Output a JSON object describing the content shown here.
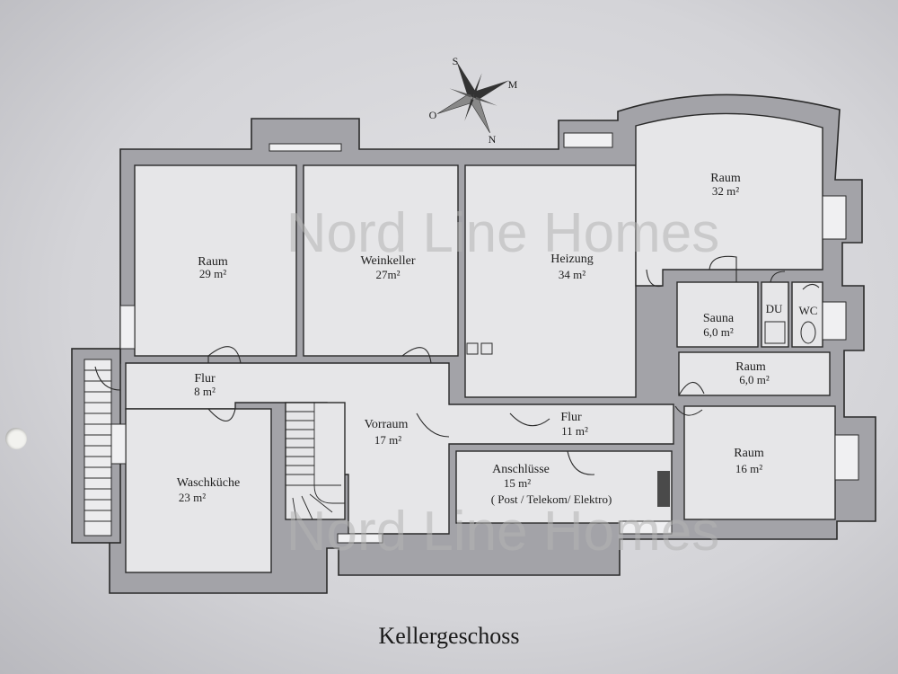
{
  "caption": "Kellergeschoss",
  "watermark": {
    "line1": "Nord Line Homes",
    "line2": "Nord Line Homes"
  },
  "compass": {
    "s": "S",
    "m": "M",
    "o": "O",
    "n": "N"
  },
  "rooms": [
    {
      "id": "raum-29",
      "name": "Raum",
      "area": "29 m²"
    },
    {
      "id": "weinkeller",
      "name": "Weinkeller",
      "area": "27m²"
    },
    {
      "id": "heizung",
      "name": "Heizung",
      "area": "34 m²"
    },
    {
      "id": "raum-32",
      "name": "Raum",
      "area": "32 m²"
    },
    {
      "id": "sauna",
      "name": "Sauna",
      "area": "6,0 m²"
    },
    {
      "id": "du",
      "name": "DU",
      "area": ""
    },
    {
      "id": "wc",
      "name": "WC",
      "area": ""
    },
    {
      "id": "raum-6",
      "name": "Raum",
      "area": "6,0 m²"
    },
    {
      "id": "flur-8",
      "name": "Flur",
      "area": "8 m²"
    },
    {
      "id": "vorraum",
      "name": "Vorraum",
      "area": "17 m²"
    },
    {
      "id": "flur-11",
      "name": "Flur",
      "area": "11 m²"
    },
    {
      "id": "raum-16",
      "name": "Raum",
      "area": "16 m²"
    },
    {
      "id": "waschkueche",
      "name": "Waschküche",
      "area": "23 m²"
    },
    {
      "id": "anschluesse",
      "name": "Anschlüsse",
      "area": "15 m²",
      "note": "( Post / Telekom/ Elektro)"
    }
  ]
}
